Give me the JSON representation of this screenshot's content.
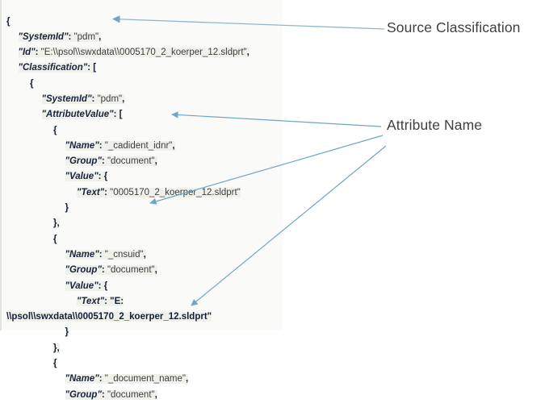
{
  "document": {
    "type": "json-code-annotation",
    "accent_color": "#6ea6c4",
    "code_background": "#f1f1ec",
    "key_color": "#18243c",
    "value_color": "#3c3c3c"
  },
  "code_lines": [
    {
      "indent": 0,
      "text": "{"
    },
    {
      "indent": 1,
      "text": "\"SystemId\": \"pdm\","
    },
    {
      "indent": 1,
      "text": "\"Id\": \"E:\\\\psol\\\\swxdata\\\\0005170_2_koerper_12.sldprt\","
    },
    {
      "indent": 1,
      "text": "\"Classification\": ["
    },
    {
      "indent": 2,
      "text": "{"
    },
    {
      "indent": 3,
      "text": "\"SystemId\": \"pdm\","
    },
    {
      "indent": 3,
      "text": "\"AttributeValue\": ["
    },
    {
      "indent": 4,
      "text": "{"
    },
    {
      "indent": 5,
      "text": "\"Name\": \"_cadident_idnr\","
    },
    {
      "indent": 5,
      "text": "\"Group\": \"document\","
    },
    {
      "indent": 5,
      "text": "\"Value\": {"
    },
    {
      "indent": 6,
      "text": "\"Text\": \"0005170_2_koerper_12.sldprt\""
    },
    {
      "indent": 5,
      "text": "}"
    },
    {
      "indent": 4,
      "text": "},"
    },
    {
      "indent": 4,
      "text": "{"
    },
    {
      "indent": 5,
      "text": "\"Name\": \"_cnsuid\","
    },
    {
      "indent": 5,
      "text": "\"Group\": \"document\","
    },
    {
      "indent": 5,
      "text": "\"Value\": {"
    },
    {
      "indent": 6,
      "text": "\"Text\": \"E:"
    },
    {
      "indent": 0,
      "text": "\\\\psol\\\\swxdata\\\\0005170_2_koerper_12.sldprt\""
    },
    {
      "indent": 5,
      "text": "}"
    },
    {
      "indent": 4,
      "text": "},"
    },
    {
      "indent": 4,
      "text": "{"
    },
    {
      "indent": 5,
      "text": "\"Name\": \"_document_name\","
    },
    {
      "indent": 5,
      "text": "\"Group\": \"document\","
    }
  ],
  "code_tokens": {
    "keys": [
      "SystemId",
      "Id",
      "Classification",
      "AttributeValue",
      "Name",
      "Group",
      "Value",
      "Text"
    ],
    "values": [
      "pdm",
      "E:\\\\psol\\\\swxdata\\\\0005170_2_koerper_12.sldprt",
      "_cadident_idnr",
      "document",
      "0005170_2_koerper_12.sldprt",
      "_cnsuid",
      "E:\\\\psol\\\\swxdata\\\\0005170_2_koerper_12.sldprt",
      "_document_name"
    ]
  },
  "annotations": [
    {
      "id": "source-classification",
      "label": "Source Classification",
      "arrow_targets": 1
    },
    {
      "id": "attribute-name",
      "label": "Attribute Name",
      "arrow_targets": 3
    }
  ]
}
